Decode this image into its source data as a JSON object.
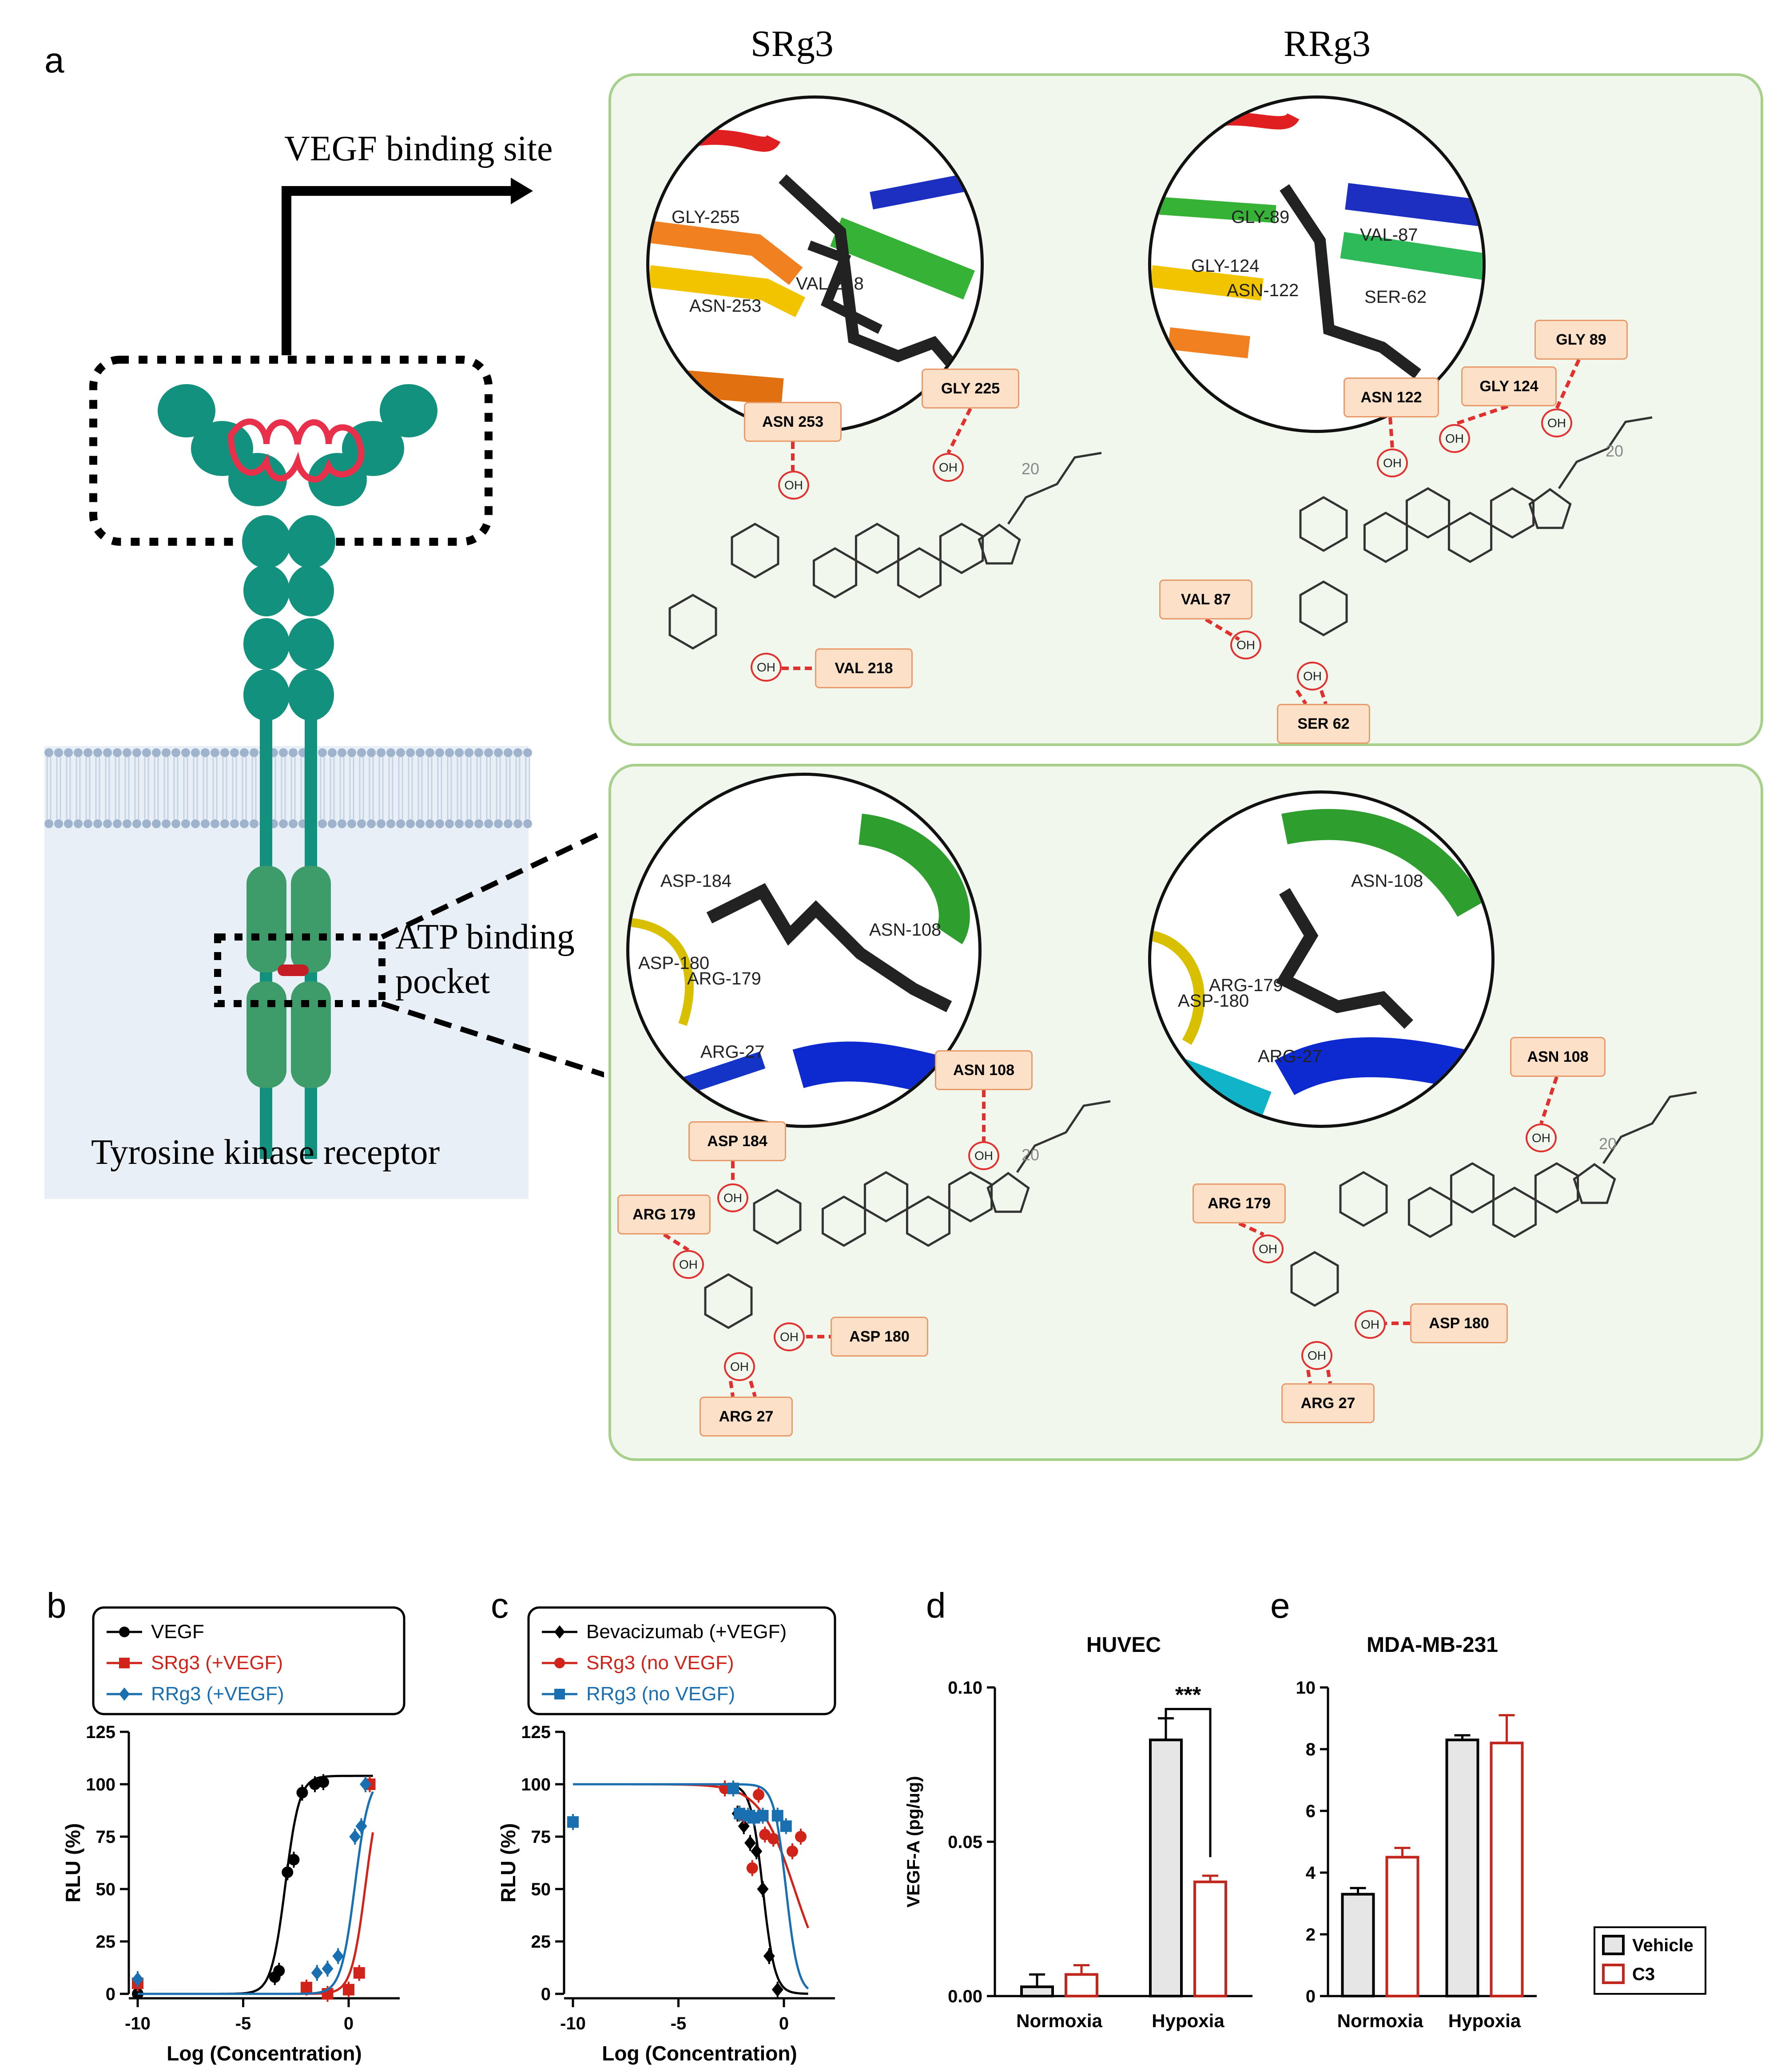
{
  "panel_a": {
    "label": "a",
    "col_headers": [
      "SRg3",
      "RRg3"
    ],
    "vegf_site_label": "VEGF binding site",
    "atp_label_line1": "ATP binding",
    "atp_label_line2": "pocket",
    "receptor_label": "Tyrosine kinase receptor",
    "vegf_srg3": {
      "circle_residues": [
        "GLY-255",
        "VAL-218",
        "ASN-253"
      ],
      "boxes": [
        "ASN 253",
        "GLY 225",
        "VAL 218"
      ],
      "carbon_label": "20"
    },
    "vegf_rrg3": {
      "circle_residues": [
        "GLY-89",
        "VAL-87",
        "GLY-124",
        "ASN-122",
        "SER-62"
      ],
      "boxes": [
        "GLY 89",
        "ASN 122",
        "GLY 124",
        "VAL 87",
        "SER 62"
      ],
      "carbon_label": "20"
    },
    "atp_srg3": {
      "circle_residues": [
        "ASP-184",
        "ASN-108",
        "ASP-180",
        "ARG-179",
        "ARG-27"
      ],
      "boxes": [
        "ASN 108",
        "ASP 184",
        "ARG 179",
        "ASP 180",
        "ARG 27"
      ],
      "carbon_label": "20"
    },
    "atp_rrg3": {
      "circle_residues": [
        "ASN-108",
        "ARG-179",
        "ASP-180",
        "ARG-27"
      ],
      "boxes": [
        "ASN 108",
        "ARG 179",
        "ASP 180",
        "ARG 27"
      ],
      "carbon_label": "20"
    },
    "oh": "OH"
  },
  "panel_labels": {
    "b": "b",
    "c": "c",
    "d": "d",
    "e": "e"
  },
  "chart_data": [
    {
      "panel": "b",
      "type": "line",
      "xlabel": "Log (Concentration)",
      "ylabel": "RLU (%)",
      "xlim": [
        -10,
        2
      ],
      "ylim": [
        0,
        125
      ],
      "xticks": [
        -10,
        -5,
        0
      ],
      "yticks": [
        0,
        25,
        50,
        75,
        100,
        125
      ],
      "legend_position": "top",
      "series": [
        {
          "name": "VEGF",
          "color": "#000000",
          "marker": "circle",
          "x": [
            -10,
            -3.5,
            -3.3,
            -2.9,
            -2.6,
            -2.2,
            -1.6,
            -1.2
          ],
          "y": [
            0,
            8,
            11,
            58,
            64,
            96,
            100,
            101
          ],
          "ec50": -3.0
        },
        {
          "name": "SRg3 (+VEGF)",
          "color": "#d0241b",
          "marker": "square",
          "x": [
            -10,
            -2,
            -1,
            0,
            0.5,
            1
          ],
          "y": [
            5,
            3,
            0,
            2,
            10,
            100
          ],
          "ec50": 0.8
        },
        {
          "name": "RRg3 (+VEGF)",
          "color": "#1a6fb0",
          "marker": "diamond",
          "x": [
            -10,
            -1.5,
            -1,
            -0.5,
            0.3,
            0.6,
            0.8
          ],
          "y": [
            7,
            10,
            12,
            18,
            75,
            80,
            100
          ],
          "ec50": 0.3
        }
      ]
    },
    {
      "panel": "c",
      "type": "line",
      "xlabel": "Log (Concentration)",
      "ylabel": "RLU (%)",
      "xlim": [
        -10,
        2
      ],
      "ylim": [
        0,
        125
      ],
      "xticks": [
        -10,
        -5,
        0
      ],
      "yticks": [
        0,
        25,
        50,
        75,
        100,
        125
      ],
      "legend_position": "top",
      "series": [
        {
          "name": "Bevacizumab (+VEGF)",
          "color": "#000000",
          "marker": "diamond",
          "x": [
            -2.2,
            -1.9,
            -1.6,
            -1.3,
            -1.0,
            -0.7,
            -0.3
          ],
          "y": [
            86,
            80,
            72,
            68,
            50,
            18,
            2
          ],
          "ic50": -1.0
        },
        {
          "name": "SRg3 (no VEGF)",
          "color": "#d0241b",
          "marker": "circle",
          "x": [
            -10,
            -2.8,
            -1.9,
            -1.5,
            -1.2,
            -0.9,
            -0.5,
            0.4,
            0.8
          ],
          "y": [
            82,
            98,
            85,
            60,
            95,
            76,
            74,
            68,
            75
          ],
          "ic50": 0.5
        },
        {
          "name": "RRg3 (no VEGF)",
          "color": "#1a6fb0",
          "marker": "square",
          "x": [
            -10,
            -2.4,
            -2.1,
            -1.7,
            -1.4,
            -1.0,
            -0.3,
            0.1
          ],
          "y": [
            82,
            98,
            86,
            85,
            84,
            85,
            85,
            80
          ],
          "ic50": 0.1
        }
      ]
    },
    {
      "panel": "d",
      "type": "bar",
      "title": "HUVEC",
      "ylabel": "VEGF-A (pg/ug)",
      "categories": [
        "Normoxia",
        "Hypoxia"
      ],
      "ylim": [
        0,
        0.1
      ],
      "yticks": [
        "0.00",
        "0.05",
        "0.10"
      ],
      "significance": "***",
      "series": [
        {
          "name": "Vehicle",
          "values": [
            0.003,
            0.083
          ],
          "errors": [
            0.004,
            0.007
          ]
        },
        {
          "name": "C3",
          "values": [
            0.007,
            0.037
          ],
          "errors": [
            0.003,
            0.002
          ]
        }
      ]
    },
    {
      "panel": "e",
      "type": "bar",
      "title": "MDA-MB-231",
      "categories": [
        "Normoxia",
        "Hypoxia"
      ],
      "ylim": [
        0,
        10
      ],
      "yticks": [
        "0",
        "2",
        "4",
        "6",
        "8",
        "10"
      ],
      "legend_position": "right",
      "series": [
        {
          "name": "Vehicle",
          "values": [
            3.3,
            8.3
          ],
          "errors": [
            0.2,
            0.15
          ]
        },
        {
          "name": "C3",
          "values": [
            4.5,
            8.2
          ],
          "errors": [
            0.3,
            0.9
          ]
        }
      ]
    }
  ],
  "colors": {
    "teal": "#12917e",
    "green": "#3e9c6b",
    "loop_red": "#e8304a",
    "panel_green_border": "#a7d08c",
    "vehicle_fill": "#e6e6e6",
    "c3_outline": "#c1261f"
  }
}
